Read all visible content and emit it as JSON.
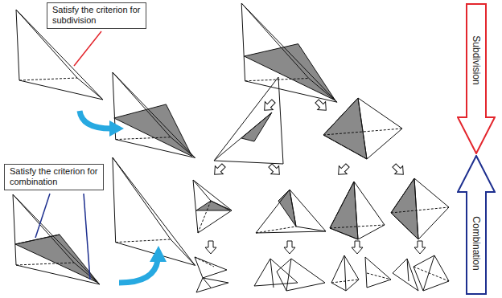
{
  "diagram": {
    "nodes": [
      {
        "text": [
          "Satisfy the criterion for subdivision"
        ]
      },
      {
        "text": [
          "Satisfy the criterion for combination"
        ]
      },
      {
        "text": [
          "Subdivision"
        ]
      },
      {
        "text": [
          "Combination"
        ]
      }
    ]
  }
}
